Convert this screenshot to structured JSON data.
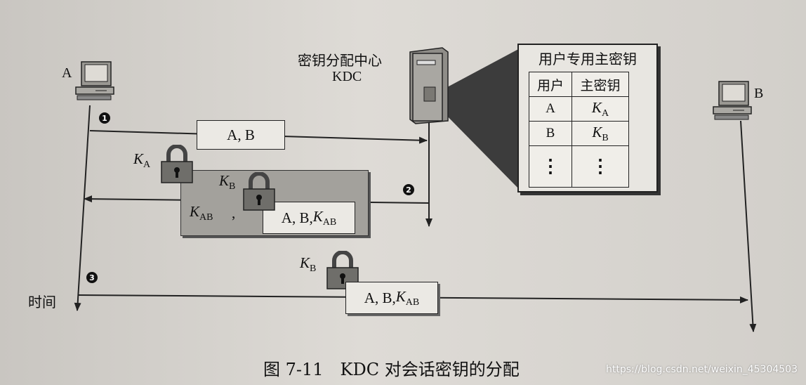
{
  "labels": {
    "a": "A",
    "b": "B",
    "kdc_title": "密钥分配中心",
    "kdc_abbr": "KDC",
    "time": "时间"
  },
  "steps": [
    "❶",
    "❷",
    "❸"
  ],
  "keys": {
    "k": "K",
    "a": "A",
    "b": "B",
    "ab": "AB",
    "comma": ","
  },
  "messages": {
    "m1": "A, B",
    "m_prefix": "A, B, "
  },
  "key_table": {
    "title": "用户专用主密钥",
    "headers": [
      "用户",
      "主密钥"
    ],
    "rows": [
      {
        "user": "A",
        "key": "K",
        "sub": "A"
      },
      {
        "user": "B",
        "key": "K",
        "sub": "B"
      },
      {
        "user": "⋮",
        "key": "⋮",
        "sub": ""
      }
    ]
  },
  "caption": "图 7-11　KDC 对会话密钥的分配",
  "watermark": "https://blog.csdn.net/weixin_45304503"
}
